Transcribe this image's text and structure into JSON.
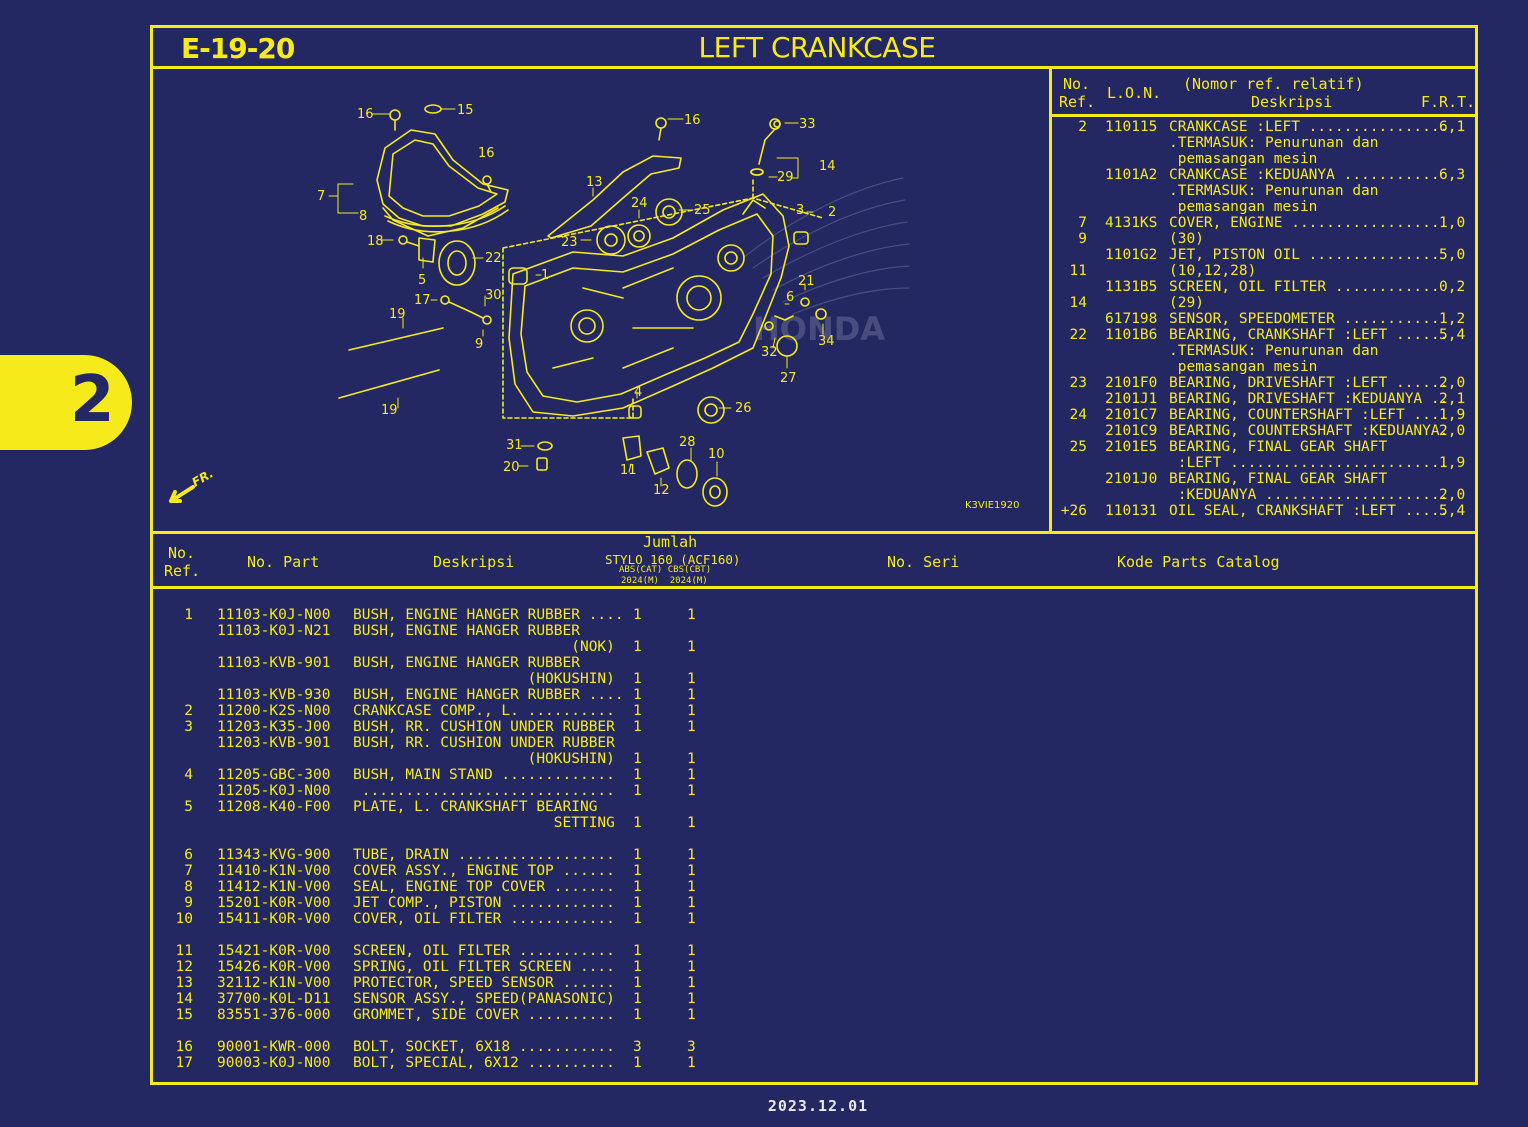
{
  "header": {
    "page_code": "E-19-20",
    "title": "LEFT CRANKCASE"
  },
  "section_tab": "2",
  "diagram": {
    "code": "K3VIE1920",
    "front_label": "FR.",
    "watermark": "HONDA",
    "callouts": [
      "16",
      "15",
      "16",
      "33",
      "16",
      "14",
      "29",
      "7",
      "8",
      "13",
      "24",
      "25",
      "3",
      "2",
      "18",
      "5",
      "22",
      "1",
      "23",
      "21",
      "17",
      "30",
      "6",
      "19",
      "9",
      "34",
      "32",
      "27",
      "4",
      "26",
      "19",
      "31",
      "28",
      "10",
      "20",
      "11",
      "12"
    ]
  },
  "lon_table": {
    "head_no": "No.",
    "head_ref": "Ref.",
    "head_lon": "L.O.N.",
    "head_nomor": "(Nomor ref. relatif)",
    "head_desc": "Deskripsi",
    "head_frt": "F.R.T.",
    "rows": [
      {
        "ref": "2",
        "lon": "110115",
        "desc": "CRANKCASE :LEFT ................",
        "frt": "6,1"
      },
      {
        "ref": "",
        "lon": "",
        "desc": ".TERMASUK: Penurunan dan",
        "frt": ""
      },
      {
        "ref": "",
        "lon": "",
        "desc": " pemasangan mesin",
        "frt": ""
      },
      {
        "ref": "",
        "lon": "1101A2",
        "desc": "CRANKCASE :KEDUANYA ...........",
        "frt": "6,3"
      },
      {
        "ref": "",
        "lon": "",
        "desc": ".TERMASUK: Penurunan dan",
        "frt": ""
      },
      {
        "ref": "",
        "lon": "",
        "desc": " pemasangan mesin",
        "frt": ""
      },
      {
        "ref": "7",
        "lon": "4131KS",
        "desc": "COVER, ENGINE .................",
        "frt": "1,0"
      },
      {
        "ref": "9",
        "lon": "",
        "desc": "(30)",
        "frt": ""
      },
      {
        "ref": "",
        "lon": "1101G2",
        "desc": "JET, PISTON OIL ...............",
        "frt": "5,0"
      },
      {
        "ref": "11",
        "lon": "",
        "desc": "(10,12,28)",
        "frt": ""
      },
      {
        "ref": "",
        "lon": "1131B5",
        "desc": "SCREEN, OIL FILTER ............",
        "frt": "0,2"
      },
      {
        "ref": "14",
        "lon": "",
        "desc": "(29)",
        "frt": ""
      },
      {
        "ref": "",
        "lon": "617198",
        "desc": "SENSOR, SPEEDOMETER ...........",
        "frt": "1,2"
      },
      {
        "ref": "22",
        "lon": "1101B6",
        "desc": "BEARING, CRANKSHAFT :LEFT ......",
        "frt": "5,4"
      },
      {
        "ref": "",
        "lon": "",
        "desc": ".TERMASUK: Penurunan dan",
        "frt": ""
      },
      {
        "ref": "",
        "lon": "",
        "desc": " pemasangan mesin",
        "frt": ""
      },
      {
        "ref": "23",
        "lon": "2101F0",
        "desc": "BEARING, DRIVESHAFT :LEFT ......",
        "frt": "2,0"
      },
      {
        "ref": "",
        "lon": "2101J1",
        "desc": "BEARING, DRIVESHAFT :KEDUANYA ..",
        "frt": "2,1"
      },
      {
        "ref": "24",
        "lon": "2101C7",
        "desc": "BEARING, COUNTERSHAFT :LEFT ....",
        "frt": "1,9"
      },
      {
        "ref": "",
        "lon": "2101C9",
        "desc": "BEARING, COUNTERSHAFT :KEDUANYA.",
        "frt": "2,0"
      },
      {
        "ref": "25",
        "lon": "2101E5",
        "desc": "BEARING, FINAL GEAR SHAFT",
        "frt": ""
      },
      {
        "ref": "",
        "lon": "",
        "desc": " :LEFT .........................",
        "frt": "1,9"
      },
      {
        "ref": "",
        "lon": "2101J0",
        "desc": "BEARING, FINAL GEAR SHAFT",
        "frt": ""
      },
      {
        "ref": "",
        "lon": "",
        "desc": " :KEDUANYA .....................",
        "frt": "2,0"
      },
      {
        "ref": "+26",
        "lon": "110131",
        "desc": "OIL SEAL, CRANKSHAFT :LEFT .....",
        "frt": "5,4"
      }
    ]
  },
  "parts_table": {
    "head_no": "No.",
    "head_ref": "Ref.",
    "head_part": "No. Part",
    "head_desc": "Deskripsi",
    "head_jumlah": "Jumlah",
    "head_model": "STYLO 160 (ACF160)",
    "head_variants": "ABS(CAT) CBS(CBT)",
    "head_years": "2024(M)  2024(M)",
    "head_seri": "No. Seri",
    "head_catalog": "Kode Parts Catalog",
    "rows": [
      {
        "ref": "1",
        "pn": "11103-K0J-N00",
        "desc": "BUSH, ENGINE HANGER RUBBER ....",
        "q1": "1",
        "q2": "1"
      },
      {
        "ref": "",
        "pn": "11103-K0J-N21",
        "desc": "BUSH, ENGINE HANGER RUBBER",
        "q1": "",
        "q2": ""
      },
      {
        "ref": "",
        "pn": "",
        "desc": "                         (NOK)",
        "q1": "1",
        "q2": "1"
      },
      {
        "ref": "",
        "pn": "11103-KVB-901",
        "desc": "BUSH, ENGINE HANGER RUBBER",
        "q1": "",
        "q2": ""
      },
      {
        "ref": "",
        "pn": "",
        "desc": "                    (HOKUSHIN)",
        "q1": "1",
        "q2": "1"
      },
      {
        "ref": "",
        "pn": "11103-KVB-930",
        "desc": "BUSH, ENGINE HANGER RUBBER ....",
        "q1": "1",
        "q2": "1"
      },
      {
        "ref": "2",
        "pn": "11200-K2S-N00",
        "desc": "CRANKCASE COMP., L. ..........",
        "q1": "1",
        "q2": "1"
      },
      {
        "ref": "3",
        "pn": "11203-K35-J00",
        "desc": "BUSH, RR. CUSHION UNDER RUBBER",
        "q1": "1",
        "q2": "1"
      },
      {
        "ref": "",
        "pn": "11203-KVB-901",
        "desc": "BUSH, RR. CUSHION UNDER RUBBER",
        "q1": "",
        "q2": ""
      },
      {
        "ref": "",
        "pn": "",
        "desc": "                    (HOKUSHIN)",
        "q1": "1",
        "q2": "1"
      },
      {
        "ref": "4",
        "pn": "11205-GBC-300",
        "desc": "BUSH, MAIN STAND .............",
        "q1": "1",
        "q2": "1"
      },
      {
        "ref": "",
        "pn": "11205-K0J-N00",
        "desc": " .............................",
        "q1": "1",
        "q2": "1"
      },
      {
        "ref": "5",
        "pn": "11208-K40-F00",
        "desc": "PLATE, L. CRANKSHAFT BEARING",
        "q1": "",
        "q2": ""
      },
      {
        "ref": "",
        "pn": "",
        "desc": "                       SETTING",
        "q1": "1",
        "q2": "1"
      },
      {
        "ref": "6",
        "pn": "11343-KVG-900",
        "desc": "TUBE, DRAIN ..................",
        "q1": "1",
        "q2": "1"
      },
      {
        "ref": "7",
        "pn": "11410-K1N-V00",
        "desc": "COVER ASSY., ENGINE TOP ......",
        "q1": "1",
        "q2": "1"
      },
      {
        "ref": "8",
        "pn": "11412-K1N-V00",
        "desc": "SEAL, ENGINE TOP COVER .......",
        "q1": "1",
        "q2": "1"
      },
      {
        "ref": "9",
        "pn": "15201-K0R-V00",
        "desc": "JET COMP., PISTON ............",
        "q1": "1",
        "q2": "1"
      },
      {
        "ref": "10",
        "pn": "15411-K0R-V00",
        "desc": "COVER, OIL FILTER ............",
        "q1": "1",
        "q2": "1"
      },
      {
        "ref": "11",
        "pn": "15421-K0R-V00",
        "desc": "SCREEN, OIL FILTER ...........",
        "q1": "1",
        "q2": "1"
      },
      {
        "ref": "12",
        "pn": "15426-K0R-V00",
        "desc": "SPRING, OIL FILTER SCREEN ....",
        "q1": "1",
        "q2": "1"
      },
      {
        "ref": "13",
        "pn": "32112-K1N-V00",
        "desc": "PROTECTOR, SPEED SENSOR ......",
        "q1": "1",
        "q2": "1"
      },
      {
        "ref": "14",
        "pn": "37700-K0L-D11",
        "desc": "SENSOR ASSY., SPEED(PANASONIC)",
        "q1": "1",
        "q2": "1"
      },
      {
        "ref": "15",
        "pn": "83551-376-000",
        "desc": "GROMMET, SIDE COVER ..........",
        "q1": "1",
        "q2": "1"
      },
      {
        "ref": "16",
        "pn": "90001-KWR-000",
        "desc": "BOLT, SOCKET, 6X18 ...........",
        "q1": "3",
        "q2": "3"
      },
      {
        "ref": "17",
        "pn": "90003-K0J-N00",
        "desc": "BOLT, SPECIAL, 6X12 ..........",
        "q1": "1",
        "q2": "1"
      }
    ]
  },
  "footer": {
    "date": "2023.12.01"
  },
  "colors": {
    "background": "#232862",
    "accent": "#f7ea1a",
    "footer_text": "#e8e6f0"
  }
}
